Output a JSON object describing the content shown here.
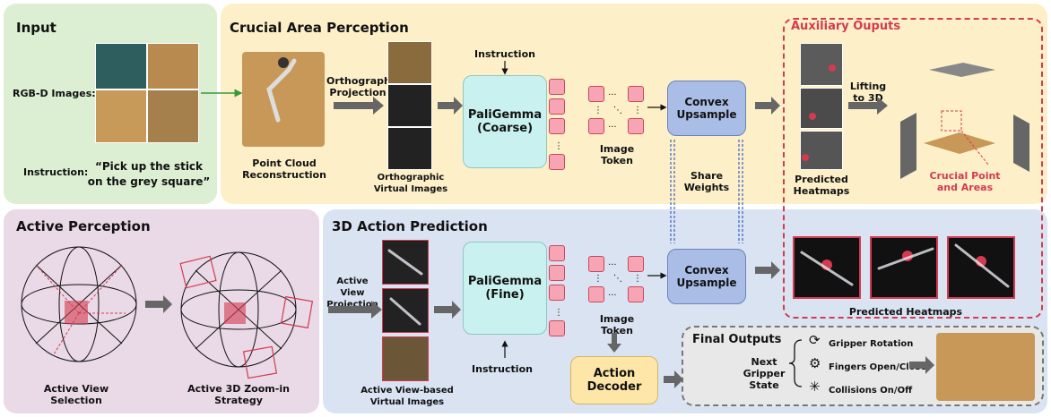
{
  "input": {
    "title": "Input",
    "rgbd_label": "RGB-D Images:",
    "instruction_label": "Instruction:",
    "instruction_text": "“Pick up the stick on the grey square”"
  },
  "crucial": {
    "title": "Crucial Area Perception",
    "point_cloud": "Point Cloud Reconstruction",
    "ortho_proj": "Orthographic Projection",
    "ortho_images": "Orthographic Virtual Images",
    "instruction": "Instruction",
    "paligemma_coarse": "PaliGemma",
    "coarse_sub": "(Coarse)",
    "image_token": "Image Token",
    "convex_upsample": "Convex Upsample",
    "share_weights": "Share Weights"
  },
  "auxiliary": {
    "title": "Auxiliary Ouputs",
    "predicted_heatmaps": "Predicted Heatmaps",
    "lifting": "Lifting to 3D",
    "crucial_point": "Crucial Point and Areas",
    "predicted_heatmaps_bottom": "Predicted Heatmaps"
  },
  "active": {
    "title": "Active Perception",
    "view_selection": "Active View Selection",
    "zoom_strategy": "Active 3D Zoom-in Strategy"
  },
  "action3d": {
    "title": "3D Action Prediction",
    "view_proj": "Active View Projection",
    "view_images": "Active View-based Virtual Images",
    "paligemma_fine": "PaliGemma",
    "fine_sub": "(Fine)",
    "image_token": "Image Token",
    "instruction": "Instruction",
    "convex_upsample": "Convex Upsample",
    "action_decoder": "Action Decoder"
  },
  "final": {
    "title": "Final Outputs",
    "next_state": "Next Gripper State",
    "items": [
      "Gripper Rotation",
      "Fingers Open/Close",
      "Collisions On/Off"
    ]
  },
  "colors": {
    "input_bg": "#dcefd3",
    "crucial_bg": "#fdf0c9",
    "active_bg": "#ead9e6",
    "action_bg": "#d9e3f2",
    "final_bg": "#e8e8e8",
    "paligemma": "#c9f1ef",
    "convex": "#a9bde6",
    "token": "#f7a5b4",
    "decoder": "#fde6a8",
    "red": "#d23b50"
  }
}
